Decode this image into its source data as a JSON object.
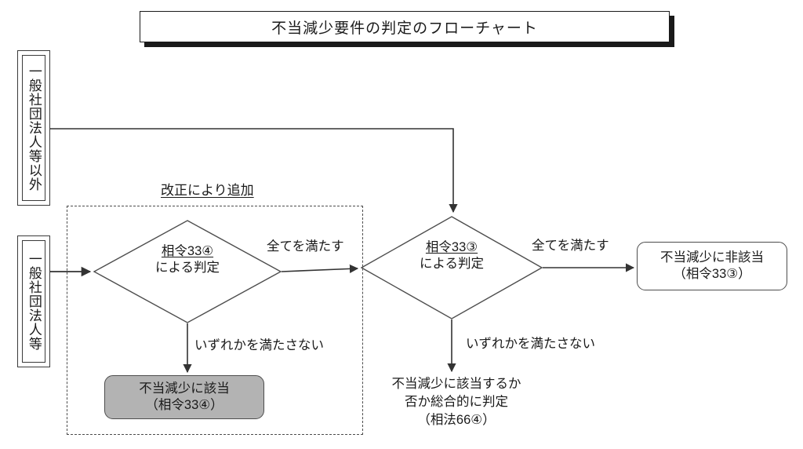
{
  "title": {
    "text": "不当減少要件の判定のフローチャート"
  },
  "inputs": [
    {
      "id": "outside",
      "label": "一般社団法人等以外"
    },
    {
      "id": "general",
      "label": "一般社団法人等"
    }
  ],
  "region": {
    "caption": "改正により追加",
    "border_style": "dash-dot",
    "border_color": "#4d4d4d"
  },
  "decisions": [
    {
      "id": "decision-1",
      "line1": "相令33④",
      "line2": "による判定"
    },
    {
      "id": "decision-2",
      "line1": "相令33③",
      "line2": "による判定"
    }
  ],
  "outcomes": {
    "non_applicable": {
      "line1": "不当減少に非該当",
      "line2": "（相令33③）",
      "fill": "#ffffff"
    },
    "applicable": {
      "line1": "不当減少に該当",
      "line2": "（相令33④）",
      "fill": "#b3b3b3"
    },
    "comprehensive": {
      "line1": "不当減少に該当するか",
      "line2": "否か総合的に判定",
      "line3": "（相法66④）"
    }
  },
  "edge_labels": {
    "all_satisfied_1": "全てを満たす",
    "all_satisfied_2": "全てを満たす",
    "not_all_1": "いずれかを満たさない",
    "not_all_2": "いずれかを満たさない"
  },
  "colors": {
    "line": "#333333",
    "text": "#1a1a1a",
    "highlight_fill": "#b3b3b3",
    "background": "#ffffff"
  }
}
